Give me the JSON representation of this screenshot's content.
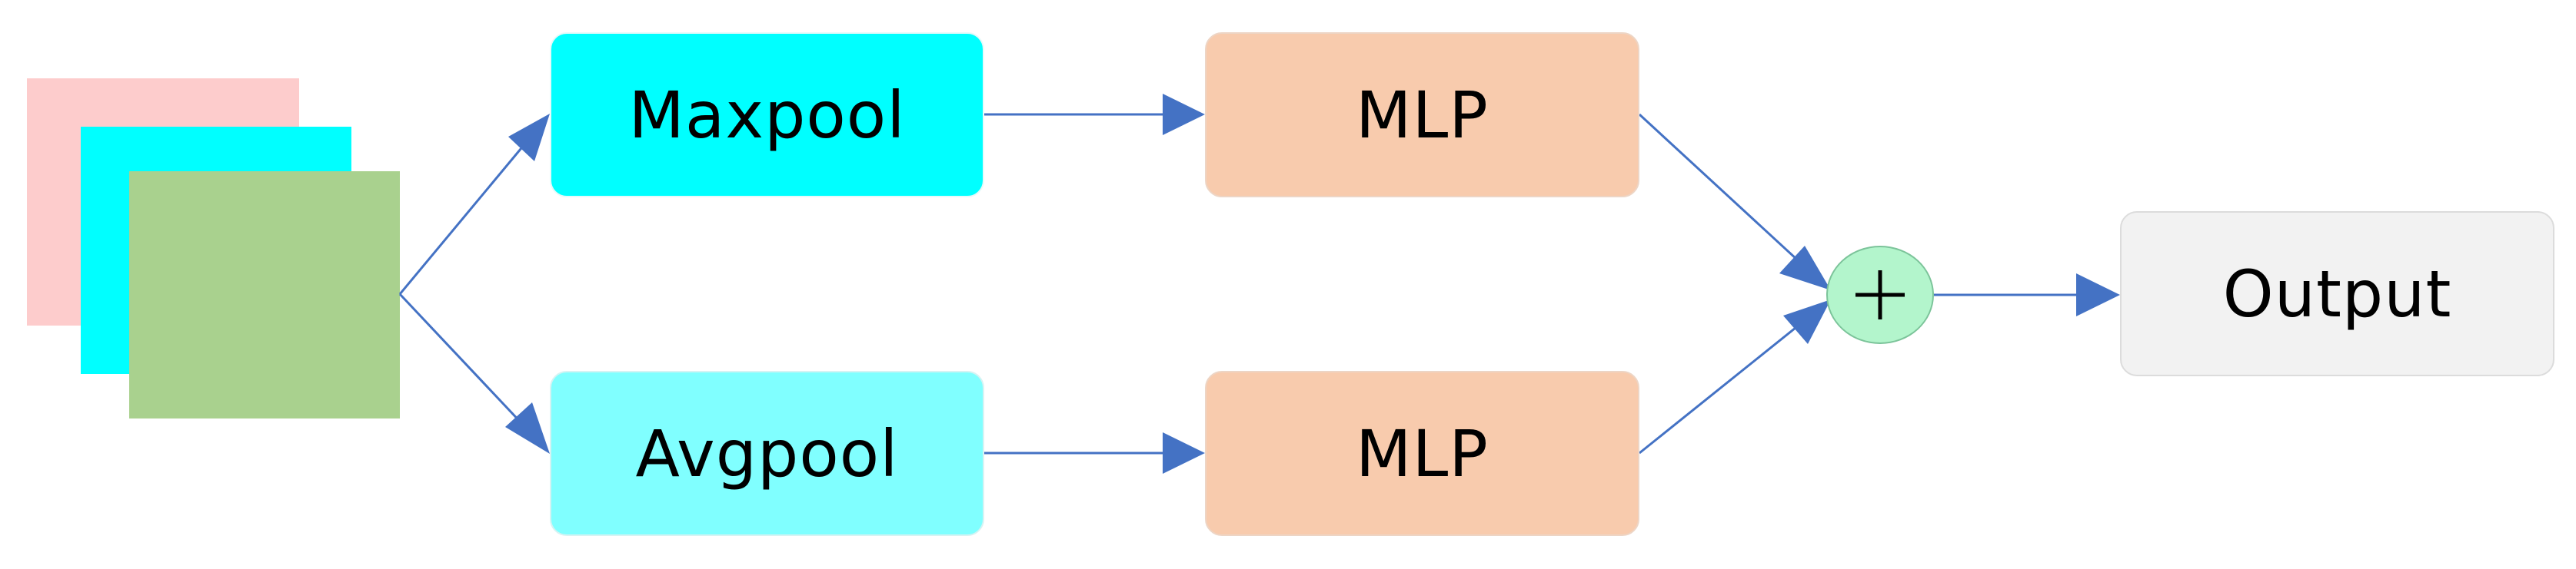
{
  "colors": {
    "arrow": "#4472c4",
    "feature_back": "#fdcccc",
    "feature_mid": "#00ffff",
    "feature_front": "#a9d18e",
    "maxpool_fill": "#00ffff",
    "avgpool_fill": "#80ffff",
    "mlp_fill": "#f8cbad",
    "output_fill": "#f2f2f2",
    "add_node_fill": "#b3f5cc"
  },
  "nodes": {
    "maxpool": "Maxpool",
    "avgpool": "Avgpool",
    "mlp_top": "MLP",
    "mlp_bottom": "MLP",
    "output": "Output"
  },
  "add_icon": "plus-icon"
}
